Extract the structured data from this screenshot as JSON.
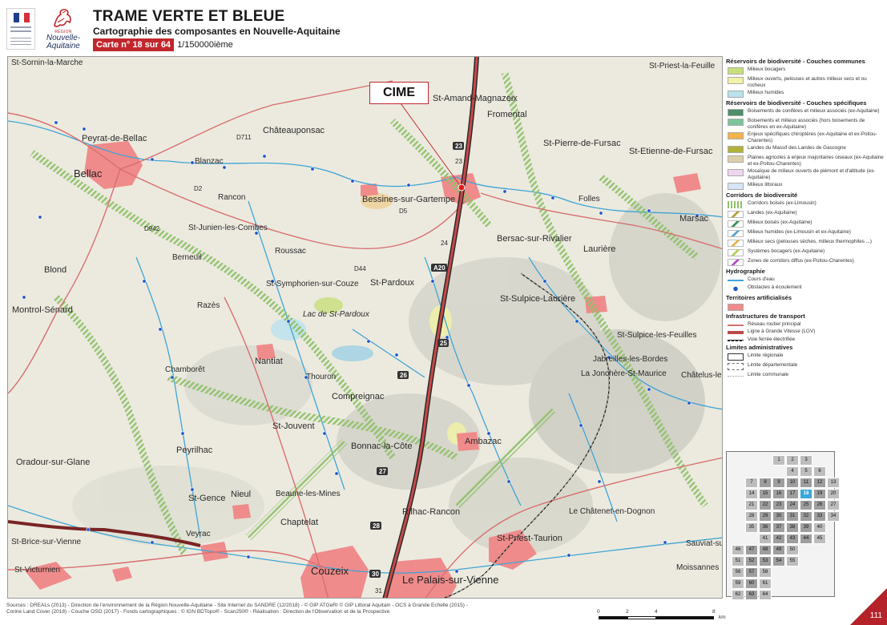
{
  "header": {
    "title": "TRAME VERTE ET BLEUE",
    "subtitle": "Cartographie des composantes en Nouvelle-Aquitaine",
    "card": "Carte n° 18 sur 64",
    "scale": "1/150000ième",
    "region_logo_small": "RÉGION",
    "region_logo_name": "Nouvelle-Aquitaine"
  },
  "map": {
    "callout": "CIME",
    "places": [
      {
        "t": "St-Sornin-la-Marche",
        "c": ""
      },
      {
        "t": "Peyrat-de-Bellac",
        "c": "mid"
      },
      {
        "t": "Bellac",
        "c": "big"
      },
      {
        "t": "Blond",
        "c": "mid"
      },
      {
        "t": "Montrol-Sénard",
        "c": "mid"
      },
      {
        "t": "Berneuil",
        "c": ""
      },
      {
        "t": "St-Junien-les-Combes",
        "c": ""
      },
      {
        "t": "Châteauponsac",
        "c": "mid"
      },
      {
        "t": "Blanzac",
        "c": ""
      },
      {
        "t": "Rancon",
        "c": ""
      },
      {
        "t": "Roussac",
        "c": ""
      },
      {
        "t": "Bessines-sur-Gartempe",
        "c": "mid"
      },
      {
        "t": "St-Amand-Magnazeix",
        "c": "mid"
      },
      {
        "t": "Fromental",
        "c": "mid"
      },
      {
        "t": "St-Pierre-de-Fursac",
        "c": "mid"
      },
      {
        "t": "St-Etienne-de-Fursac",
        "c": "mid"
      },
      {
        "t": "Marsac",
        "c": "mid"
      },
      {
        "t": "Bersac-sur-Rivalier",
        "c": "mid"
      },
      {
        "t": "Laurière",
        "c": "mid"
      },
      {
        "t": "St-Pardoux",
        "c": "mid"
      },
      {
        "t": "St-Symphorien-sur-Couze",
        "c": ""
      },
      {
        "t": "St-Sulpice-Laurière",
        "c": "mid"
      },
      {
        "t": "Lac de St-Pardoux",
        "c": "ital"
      },
      {
        "t": "Razès",
        "c": ""
      },
      {
        "t": "Nantiat",
        "c": "mid"
      },
      {
        "t": "Chamborêt",
        "c": ""
      },
      {
        "t": "Thouron",
        "c": ""
      },
      {
        "t": "Compreignac",
        "c": "mid"
      },
      {
        "t": "Jabreilles-les-Bordes",
        "c": ""
      },
      {
        "t": "St-Sulpice-les-Feuilles",
        "c": ""
      },
      {
        "t": "La Jonchère-St-Maurice",
        "c": ""
      },
      {
        "t": "Ambazac",
        "c": "mid"
      },
      {
        "t": "Bonnac-la-Côte",
        "c": "mid"
      },
      {
        "t": "St-Jouvent",
        "c": "mid"
      },
      {
        "t": "Peyrilhac",
        "c": "mid"
      },
      {
        "t": "Oradour-sur-Glane",
        "c": "mid"
      },
      {
        "t": "Nieul",
        "c": "mid"
      },
      {
        "t": "St-Gence",
        "c": "mid"
      },
      {
        "t": "Chaptelat",
        "c": "mid"
      },
      {
        "t": "Beaune-les-Mines",
        "c": ""
      },
      {
        "t": "Rilhac-Rancon",
        "c": "mid"
      },
      {
        "t": "Le Châtenet-en-Dognon",
        "c": ""
      },
      {
        "t": "St-Priest-Taurion",
        "c": "mid"
      },
      {
        "t": "Couzeix",
        "c": "big"
      },
      {
        "t": "Le Palais-sur-Vienne",
        "c": "big"
      },
      {
        "t": "St-Victurnien",
        "c": ""
      },
      {
        "t": "Veyrac",
        "c": ""
      },
      {
        "t": "St-Brice-sur-Vienne",
        "c": ""
      },
      {
        "t": "Châtelus-le-Marcheix",
        "c": ""
      },
      {
        "t": "St-Priest-la-Feuille",
        "c": ""
      },
      {
        "t": "Folles",
        "c": ""
      },
      {
        "t": "Moissannes",
        "c": ""
      },
      {
        "t": "Sauviat-sur-Vige",
        "c": ""
      }
    ],
    "roads": [
      "A20",
      "25",
      "26",
      "27",
      "28",
      "30",
      "31",
      "23",
      "24",
      "D2",
      "D5",
      "D44",
      "D711",
      "D942"
    ]
  },
  "legend": {
    "sections": [
      {
        "title": "Réservoirs de biodiversité - Couches communes",
        "items": [
          {
            "label": "Milieux bocagers",
            "color": "#c9e07a",
            "style": "fill"
          },
          {
            "label": "Milieux ouverts, pelouses et autres milieux secs et ou rocheux",
            "color": "#f3f2a6",
            "style": "fill"
          },
          {
            "label": "Milieux humides",
            "color": "#b8e2ec",
            "style": "fill"
          }
        ]
      },
      {
        "title": "Réservoirs de biodiversité - Couches spécifiques",
        "items": [
          {
            "label": "Boisements de conifères et milieux associés (ex-Aquitaine)",
            "color": "#4f8e6a",
            "style": "fill"
          },
          {
            "label": "Boisements et milieux associés (hors boisements de conifères en ex-Aquitaine)",
            "color": "#7dc49a",
            "style": "fill"
          },
          {
            "label": "Enjeux spécifiques chiroptères (ex-Aquitaine et ex-Poitou-Charentes)",
            "color": "#f3b24b",
            "style": "fill"
          },
          {
            "label": "Landes du Massif des Landes de Gascogne",
            "color": "#b2b23a",
            "style": "fill"
          },
          {
            "label": "Plaines agricoles à enjeux majoritaires oiseaux (ex-Aquitaine et ex-Poitou-Charentes)",
            "color": "#ddd0a8",
            "style": "fill"
          },
          {
            "label": "Mosaïque de milieux ouverts de piémont et d'altitude (ex-Aquitaine)",
            "color": "#efd6ef",
            "style": "fill"
          },
          {
            "label": "Milieux littoraux",
            "color": "#d7e6f6",
            "style": "fill"
          }
        ]
      },
      {
        "title": "Corridors de biodiversité",
        "items": [
          {
            "label": "Corridors boisés (ex-Limousin)",
            "color": "#8fc06a",
            "style": "corr"
          },
          {
            "label": "Landes (ex-Aquitaine)",
            "color": "#b5a13a",
            "style": "dash"
          },
          {
            "label": "Milieux boisés (ex-Aquitaine)",
            "color": "#3d8f62",
            "style": "dash"
          },
          {
            "label": "Milieux humides (ex-Limousin et ex-Aquitaine)",
            "color": "#5aa0d8",
            "style": "dash"
          },
          {
            "label": "Milieux secs (pelouses sèches, milieux thermophiles ...)",
            "color": "#e8b44a",
            "style": "dash"
          },
          {
            "label": "Systèmes bocagers (ex-Aquitaine)",
            "color": "#b6d35a",
            "style": "dash"
          },
          {
            "label": "Zones de corridors diffus (ex-Poitou-Charentes)",
            "color": "#b24fc8",
            "style": "dash"
          }
        ]
      },
      {
        "title": "Hydrographie",
        "items": [
          {
            "label": "Cours d'eau",
            "color": "#3fa5d6",
            "style": "line"
          },
          {
            "label": "Obstacles à écoulement",
            "color": "#2056c8",
            "style": "dot"
          }
        ]
      },
      {
        "title": "Territoires artificialisés",
        "items": [
          {
            "label": "",
            "color": "#f08b8b",
            "style": "fill"
          }
        ]
      },
      {
        "title": "Infrastructures de transport",
        "items": [
          {
            "label": "Réseau routier principal",
            "color": "#d86f6f",
            "style": "line"
          },
          {
            "label": "Ligne à Grande Vitesse (LGV)",
            "color": "#b94b4b",
            "style": "thick"
          },
          {
            "label": "Voie ferrée électrifiée",
            "color": "#222222",
            "style": "rail"
          }
        ]
      },
      {
        "title": "Limites administratives",
        "items": [
          {
            "label": "Limite régionale",
            "color": "#333333",
            "style": "box"
          },
          {
            "label": "Limite départementale",
            "color": "#666666",
            "style": "dashbox"
          },
          {
            "label": "Limite communale",
            "color": "#999999",
            "style": "dotline"
          }
        ]
      }
    ]
  },
  "index_grid": {
    "active": "18",
    "cells": [
      "1",
      "2",
      "3",
      "4",
      "5",
      "6",
      "7",
      "8",
      "9",
      "10",
      "11",
      "12",
      "13",
      "14",
      "15",
      "16",
      "17",
      "18",
      "19",
      "20",
      "21",
      "22",
      "23",
      "24",
      "25",
      "26",
      "27",
      "28",
      "29",
      "30",
      "31",
      "32",
      "33",
      "34",
      "35",
      "36",
      "37",
      "38",
      "39",
      "40",
      "41",
      "42",
      "43",
      "44",
      "45",
      "46",
      "47",
      "48",
      "49",
      "50",
      "51",
      "52",
      "53",
      "54",
      "55",
      "56",
      "57",
      "58",
      "59",
      "60",
      "61",
      "62",
      "63",
      "64"
    ]
  },
  "footer": {
    "sources_line1": "Sources : DREALs (2013) - Direction de l'environnement de la Région Nouvelle-Aquitaine - Site Internet du SANDRE (12/2018) - © GIP ATGeRI © GIP Littoral Aquitain - OCS à Grande Echelle (2015) -",
    "sources_line2": "Corine Land Cover (2018) - Couche OSO (2017) - Fonds cartographiques : © IGN BDTopo® - Scan250® - Réalisation : Direction de l'Observation et de la Prospective",
    "scale_labels": [
      "0",
      "2",
      "4",
      "8"
    ],
    "scale_unit": "km",
    "page_number": "111"
  },
  "colors": {
    "brand_red": "#c0272d",
    "water": "#3fa5d6",
    "corridor": "#8fc06a",
    "urban": "#f08b8b"
  }
}
